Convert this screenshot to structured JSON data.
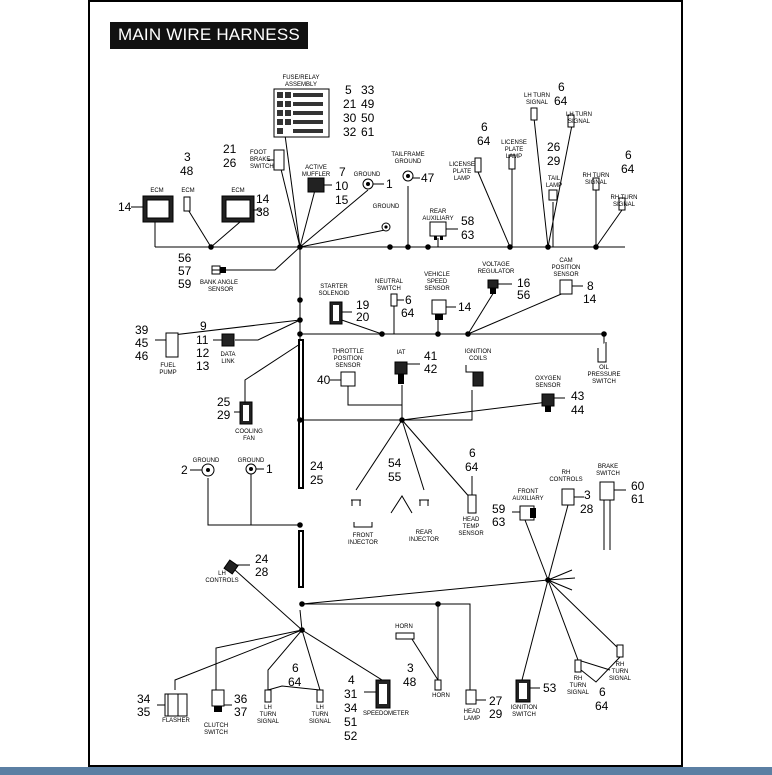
{
  "title": "MAIN WIRE HARNESS",
  "labels": {
    "fuse_relay": [
      "FUSE/RELAY",
      "ASSEMBLY"
    ],
    "ecm_left": "ECM",
    "ecm_mid": "ECM",
    "ecm_right": "ECM",
    "foot_brake": [
      "FOOT",
      "BRAKE",
      "SWITCH"
    ],
    "active_muffler": [
      "ACTIVE",
      "MUFFLER"
    ],
    "ground_a": "GROUND",
    "ground_b": "GROUND",
    "tailframe_ground": [
      "TAILFRAME",
      "GROUND"
    ],
    "rear_aux": [
      "REAR",
      "AUXILIARY"
    ],
    "license_lamp_l": [
      "LICENSE",
      "PLATE",
      "LAMP"
    ],
    "license_lamp_r": [
      "LICENSE",
      "PLATE",
      "LAMP"
    ],
    "lh_turn_top": [
      "LH TURN",
      "SIGNAL"
    ],
    "lh_turn_top2": [
      "LH TURN",
      "SIGNAL"
    ],
    "tail_lamp": [
      "TAIL",
      "LAMP"
    ],
    "rh_turn_top": [
      "RH TURN",
      "SIGNAL"
    ],
    "rh_turn_top2": [
      "RH TURN",
      "SIGNAL"
    ],
    "bank_angle": [
      "BANK ANGLE",
      "SENSOR"
    ],
    "starter": [
      "STARTER",
      "SOLENOID"
    ],
    "neutral": [
      "NEUTRAL",
      "SWITCH"
    ],
    "vss": [
      "VEHICLE",
      "SPEED",
      "SENSOR"
    ],
    "voltage_reg": [
      "VOLTAGE",
      "REGULATOR"
    ],
    "cam_sensor": [
      "CAM",
      "POSITION",
      "SENSOR"
    ],
    "fuel_pump": [
      "FUEL",
      "PUMP"
    ],
    "data_link": [
      "DATA",
      "LINK"
    ],
    "oil_pressure": [
      "OIL",
      "PRESSURE",
      "SWITCH"
    ],
    "throttle": [
      "THROTTLE",
      "POSITION",
      "SENSOR"
    ],
    "iat": "IAT",
    "ignition_coils": [
      "IGNITION",
      "COILS"
    ],
    "oxygen": [
      "OXYGEN",
      "SENSOR"
    ],
    "cooling_fan": [
      "COOLING",
      "FAN"
    ],
    "ground_c": "GROUND",
    "ground_d": "GROUND",
    "front_injector": [
      "FRONT",
      "INJECTOR"
    ],
    "rear_injector": [
      "REAR",
      "INJECTOR"
    ],
    "head_temp": [
      "HEAD",
      "TEMP",
      "SENSOR"
    ],
    "front_aux": [
      "FRONT",
      "AUXILIARY"
    ],
    "rh_controls": [
      "RH",
      "CONTROLS"
    ],
    "brake_switch": [
      "BRAKE",
      "SWITCH"
    ],
    "lh_controls": [
      "LH",
      "CONTROLS"
    ],
    "horn_top": "HORN",
    "horn_bottom": "HORN",
    "flasher": "FLASHER",
    "clutch": [
      "CLUTCH",
      "SWITCH"
    ],
    "lh_turn_bot_a": [
      "LH",
      "TURN",
      "SIGNAL"
    ],
    "lh_turn_bot_b": [
      "LH",
      "TURN",
      "SIGNAL"
    ],
    "speedometer": "SPEEDOMETER",
    "head_lamp": [
      "HEAD",
      "LAMP"
    ],
    "ignition_switch": [
      "IGNITION",
      "SWITCH"
    ],
    "rh_turn_bot_a": [
      "RH",
      "TURN",
      "SIGNAL"
    ],
    "rh_turn_bot_b": [
      "RH",
      "TURN",
      "SIGNAL"
    ]
  },
  "callouts": {
    "fuse": [
      "5",
      "33",
      "21",
      "49",
      "30",
      "50",
      "32",
      "61"
    ],
    "ecm_left": "14",
    "ecm_mid": [
      "3",
      "48"
    ],
    "ecm_right": [
      "14",
      "38"
    ],
    "foot_brake": [
      "21",
      "26"
    ],
    "muffler": [
      "7",
      "10",
      "15"
    ],
    "ground_a": "1",
    "tailframe": "47",
    "rear_aux": [
      "58",
      "63"
    ],
    "license": [
      "6",
      "64"
    ],
    "lh_turn_top": [
      "6",
      "64"
    ],
    "tail_lamp": [
      "26",
      "29"
    ],
    "rh_turn_top": [
      "6",
      "64"
    ],
    "bank_angle": [
      "56",
      "57",
      "59"
    ],
    "starter": [
      "19",
      "20"
    ],
    "neutral": [
      "6",
      "64"
    ],
    "vss": "14",
    "voltage_reg": [
      "16",
      "56"
    ],
    "cam": [
      "8",
      "14"
    ],
    "fuel_pump": [
      "39",
      "45",
      "46"
    ],
    "data_link": [
      "9",
      "11",
      "12",
      "13"
    ],
    "throttle": "40",
    "iat": [
      "41",
      "42"
    ],
    "oxygen": [
      "43",
      "44"
    ],
    "cooling_fan": [
      "25",
      "29"
    ],
    "ground_c": "2",
    "ground_d": "1",
    "trunk": [
      "24",
      "25"
    ],
    "injectors": [
      "54",
      "55"
    ],
    "head_temp": [
      "6",
      "64"
    ],
    "front_aux": [
      "59",
      "63"
    ],
    "rh_controls": [
      "3",
      "28"
    ],
    "brake_switch": [
      "60",
      "61"
    ],
    "lh_controls": [
      "24",
      "28"
    ],
    "flasher": [
      "34",
      "35"
    ],
    "clutch": [
      "36",
      "37"
    ],
    "lh_turn_bot": [
      "6",
      "64"
    ],
    "speedometer": [
      "4",
      "31",
      "34",
      "51",
      "52"
    ],
    "horn": [
      "3",
      "48"
    ],
    "head_lamp": [
      "27",
      "29"
    ],
    "ignition_switch": "53",
    "rh_turn_bot": [
      "6",
      "64"
    ]
  }
}
